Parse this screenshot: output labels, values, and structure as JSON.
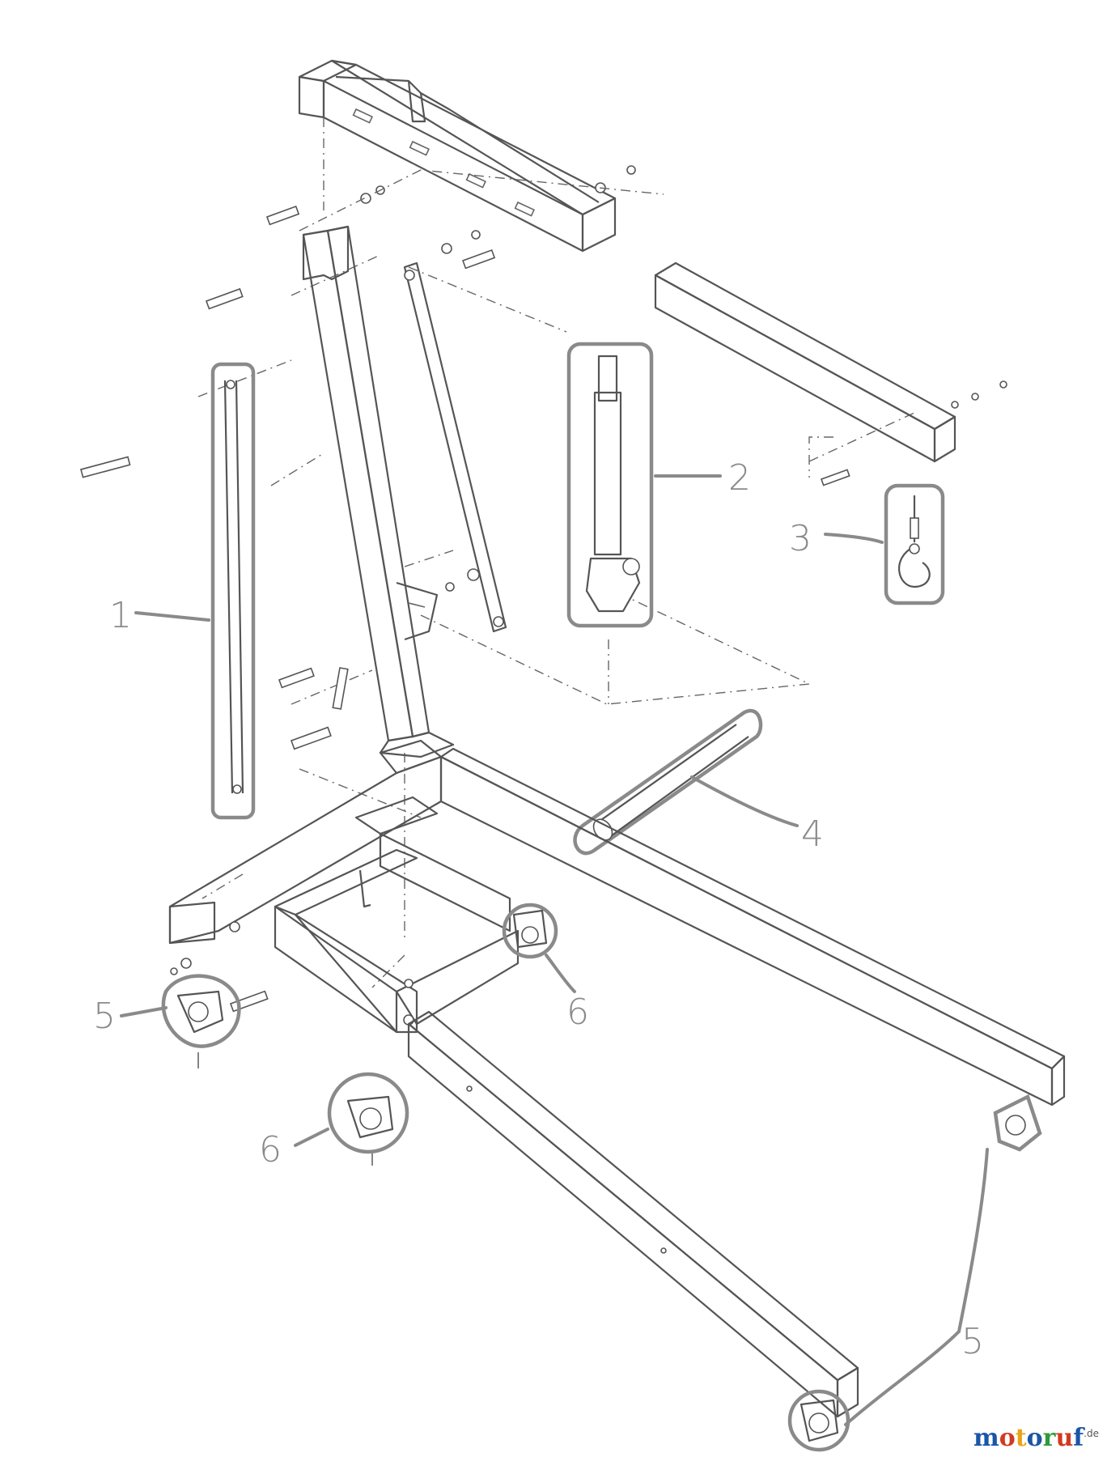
{
  "callouts": [
    {
      "id": "1",
      "label": "1"
    },
    {
      "id": "2",
      "label": "2"
    },
    {
      "id": "3",
      "label": "3"
    },
    {
      "id": "4",
      "label": "4"
    },
    {
      "id": "5",
      "label": "5"
    },
    {
      "id": "6",
      "label": "6"
    }
  ],
  "watermark": {
    "text": "motoruf",
    "suffix": ".de",
    "colors": [
      "#1a55a8",
      "#d23a20",
      "#e8a318",
      "#1a55a8",
      "#2e9a3a",
      "#d23a20",
      "#1a55a8"
    ]
  }
}
